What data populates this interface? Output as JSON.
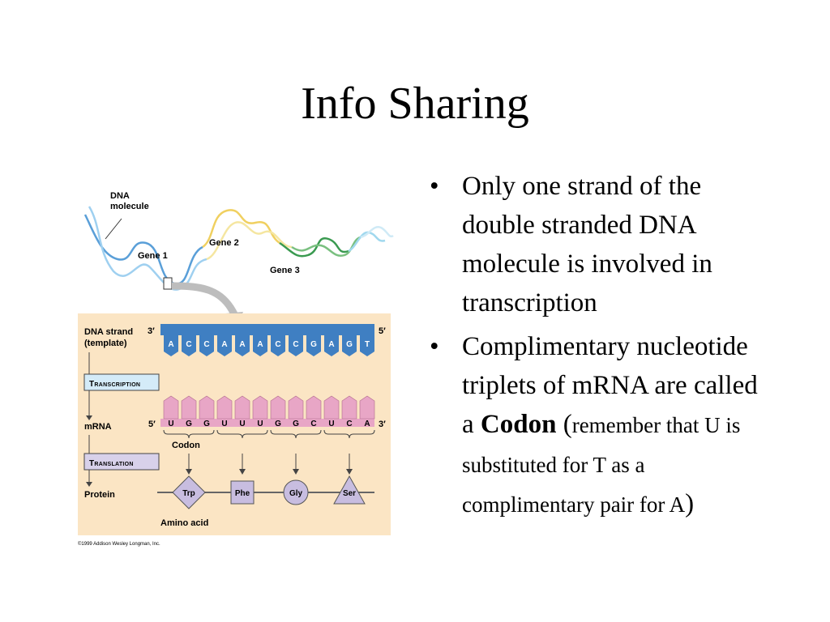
{
  "slide": {
    "title": "Info Sharing"
  },
  "figure": {
    "labels": {
      "dna_molecule_1": "DNA",
      "dna_molecule_2": "molecule",
      "gene1": "Gene 1",
      "gene2": "Gene 2",
      "gene3": "Gene 3",
      "dna_strand_1": "DNA strand",
      "dna_strand_2": "(template)",
      "transcription": "Transcription",
      "mrna": "mRNA",
      "codon": "Codon",
      "translation": "Translation",
      "protein": "Protein",
      "amino_acid": "Amino acid",
      "dna_3": "3′",
      "dna_5": "5′",
      "mrna_5": "5′",
      "mrna_3": "3′",
      "copyright": "©1999 Addison Wesley Longman, Inc."
    },
    "dna_bases": [
      "A",
      "C",
      "C",
      "A",
      "A",
      "A",
      "C",
      "C",
      "G",
      "A",
      "G",
      "T"
    ],
    "mrna_bases": [
      "U",
      "G",
      "G",
      "U",
      "U",
      "U",
      "G",
      "G",
      "C",
      "U",
      "C",
      "A"
    ],
    "amino_acids": [
      "Trp",
      "Phe",
      "Gly",
      "Ser"
    ],
    "colors": {
      "panel_bg": "#fbe5c4",
      "dna_blue": "#3f7fc2",
      "mrna_pink": "#e8a6c6",
      "box_blue": "#d4ebf8",
      "box_lavender": "#d8d1ea",
      "shape_purple": "#c8bde0"
    }
  },
  "bullets": [
    {
      "text": "Only one strand of the double stranded DNA molecule is involved in transcription"
    },
    {
      "text_1": "Complimentary nucleotide triplets of mRNA are called a",
      "bold": "Codon",
      "paren_open": "(",
      "small": "remember that U is substituted for T as a complimentary pair for A",
      "paren_close": ")"
    }
  ]
}
